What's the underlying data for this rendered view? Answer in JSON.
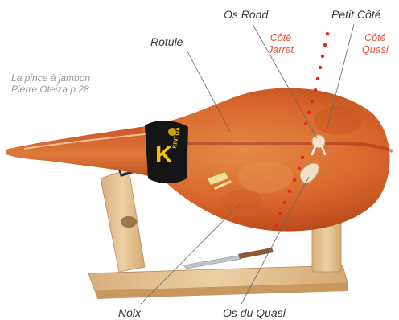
{
  "labels": {
    "os_rond": "Os Rond",
    "petit_cote": "Petit Côté",
    "cote_jarret_1": "Côté",
    "cote_jarret_2": "Jarret",
    "cote_quasi_1": "Côté",
    "cote_quasi_2": "Quasi",
    "rotule": "Rotule",
    "noix": "Noix",
    "os_du_quasi": "Os du Quasi"
  },
  "credit": {
    "line1": "La pince à jambon",
    "line2": "Pierre Oteiza p.28"
  },
  "brand_logo": {
    "letter": "K",
    "word": "KINTOA"
  },
  "colors": {
    "label_text": "#3a3a3a",
    "accent_red": "#e8543a",
    "credit_gray": "#9a9a9a",
    "ham_meat": "#d7652a",
    "wood": "#e6c394",
    "logo_yellow": "#f2c400"
  }
}
